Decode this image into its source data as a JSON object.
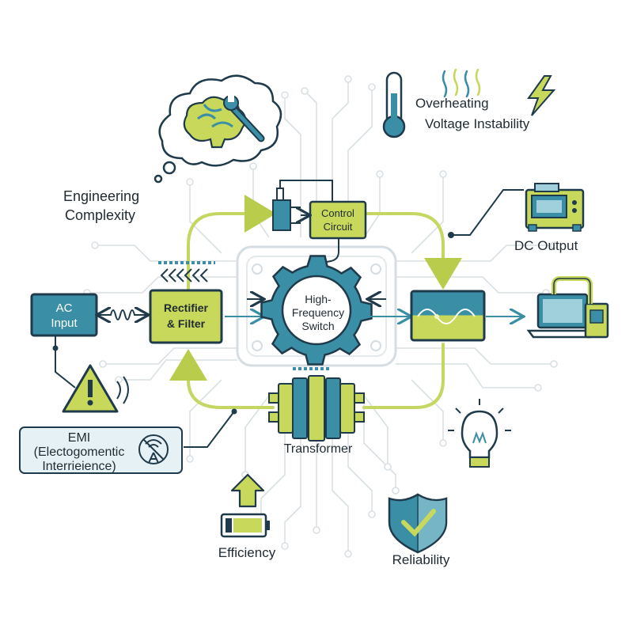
{
  "labels": {
    "engineering": [
      "Engineering",
      "Complexity"
    ],
    "ac_input": [
      "AC",
      "Input"
    ],
    "rectifier": [
      "Rectifier",
      "& Filter"
    ],
    "switch": [
      "High-",
      "Frequency",
      "Switch"
    ],
    "control": [
      "Control",
      "Circuit"
    ],
    "dc_output": "DC Output",
    "transformer": "Transformer",
    "emi": [
      "EMI",
      "(Electogomentic",
      "Interrieience)"
    ],
    "overheating": "Overheating",
    "voltage": "Voltage Instability",
    "efficiency": "Efficiency",
    "reliability": "Reliability"
  },
  "icons": {
    "brain": "brain-wrench-icon",
    "thermometer": "thermometer-icon",
    "lightning": "lightning-icon",
    "warning": "warning-triangle-icon",
    "antenna": "antenna-crossed-icon",
    "battery": "battery-icon",
    "shield": "shield-check-icon",
    "bulb": "light-bulb-icon",
    "laptop": "laptop-icon",
    "appliance": "appliance-icon",
    "gear": "gear-icon"
  },
  "colors": {
    "navy": "#1f3a4a",
    "teal": "#3a8ea5",
    "lime": "#c8d85a",
    "light_teal": "#9fd0dc",
    "trace": "#d6dde1",
    "loop": "#c5d760"
  }
}
